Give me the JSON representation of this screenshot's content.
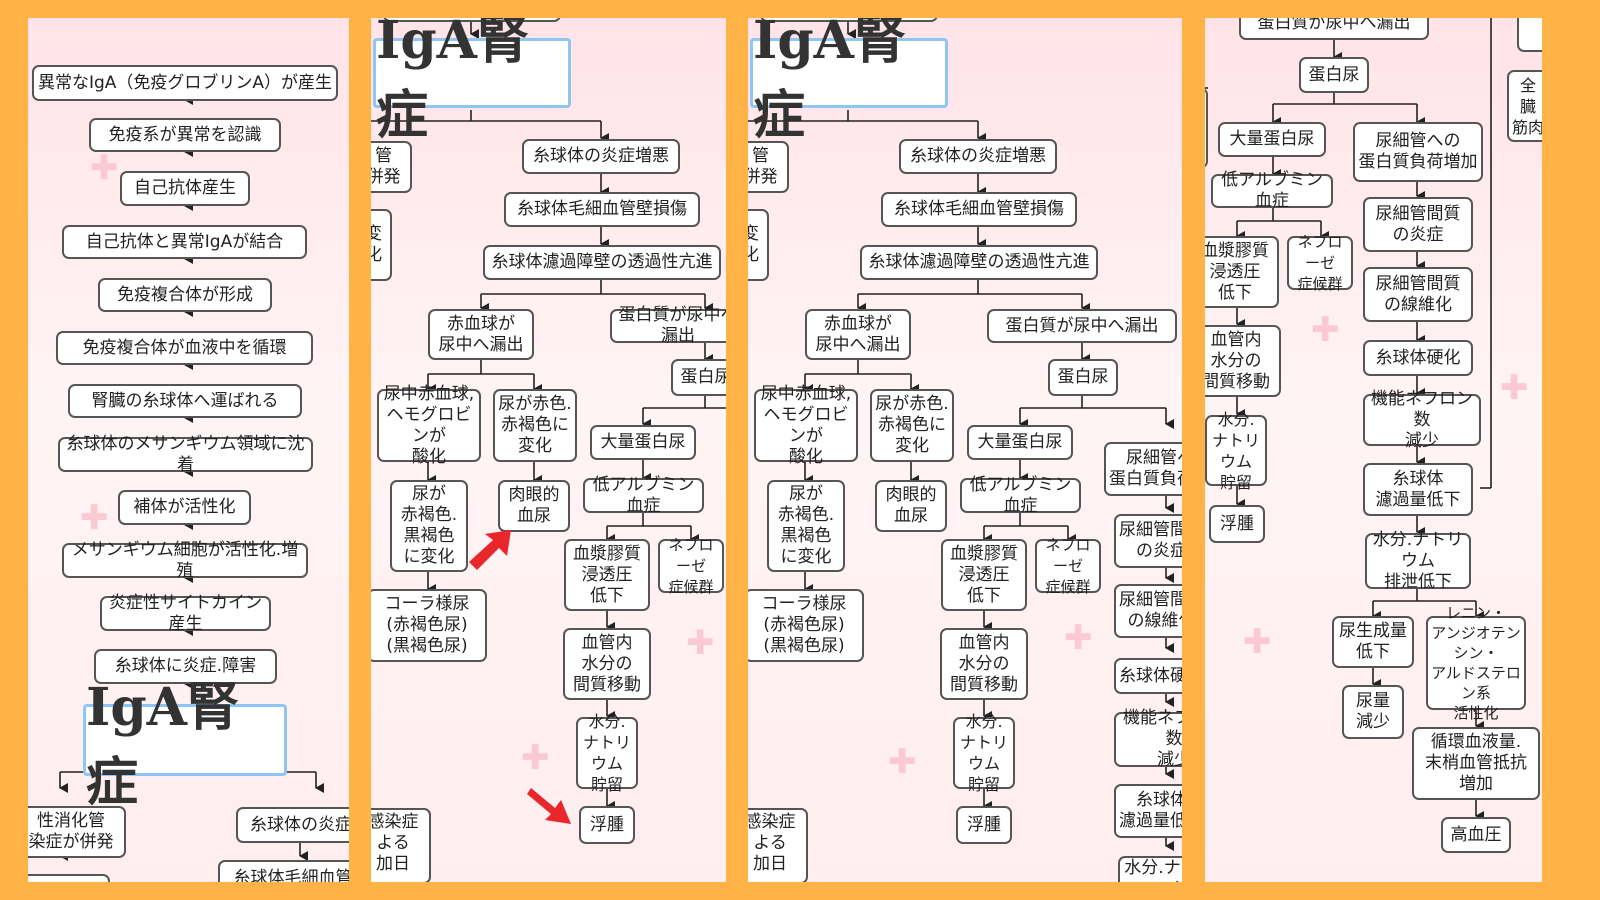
{
  "title": "IgA腎症",
  "panel1": {
    "chain": [
      "異常なIgA（免疫グロブリンA）が産生",
      "免疫系が異常を認識",
      "自己抗体産生",
      "自己抗体と異常IgAが結合",
      "免疫複合体が形成",
      "免疫複合体が血液中を循環",
      "腎臓の糸球体へ運ばれる",
      "糸球体のメサンギウム領域に沈着",
      "補体が活性化",
      "メサンギウム細胞が活性化.増殖",
      "炎症性サイトカイン産生",
      "糸球体に炎症.障害"
    ],
    "left_branch": "性消化管\n染症が併発",
    "right_branch": "糸球体の炎症",
    "next": "糸球体毛細血管"
  },
  "panel2": {
    "left_partial": "管\n併発",
    "left_partial2": "変\n化",
    "bottom_partial": "感染症\nよる\n加日",
    "inflammation": "糸球体の炎症増悪",
    "capillary": "糸球体毛細血管壁損傷",
    "permeability": "糸球体濾過障壁の透過性亢進",
    "rbc_leak": "赤血球が\n尿中へ漏出",
    "protein_leak": "蛋白質が尿中へ漏出",
    "urine_rbc": "尿中赤血球,\nヘモグロビンが\n酸化",
    "red_urine": "尿が赤色.\n赤褐色に\n変化",
    "brown_urine": "尿が\n赤褐色.\n黒褐色\nに変化",
    "gross_hematuria": "肉眼的\n血尿",
    "cola_urine": "コーラ様尿\n(赤褐色尿)\n(黒褐色尿)",
    "proteinuria": "蛋白尿",
    "massive_proteinuria": "大量蛋白尿",
    "hypoalbuminemia": "低アルブミン血症",
    "colloid_pressure": "血漿膠質\n浸透圧\n低下",
    "nephrotic": "ネフローゼ\n症候群",
    "water_shift": "血管内\n水分の\n間質移動",
    "water_retention": "水分.\nナトリウム\n貯留",
    "edema": "浮腫"
  },
  "panel3": {
    "tubular_load": "尿細管への\n蛋白質負荷増加",
    "tubular_inflammation": "尿細管間質\nの炎症",
    "tubular_fibrosis": "尿細管間質\nの線維化",
    "sclerosis": "糸球体硬化",
    "nephron_loss": "機能ネフロン数\n減少",
    "gfr_drop": "糸球体\n濾過量低下",
    "excretion_drop": "水分.ナトリウム\n排泄低下"
  },
  "panel4": {
    "protein_leak": "蛋白質が尿中へ漏出",
    "urine_production_drop": "尿生成量\n低下",
    "oliguria": "尿量\n減少",
    "raas": "レニン・\nアンジオテンシン・\nアルドステロン系\n活性化",
    "blood_volume": "循環血液量.\n末梢血管抵抗\n増加",
    "hypertension": "高血圧",
    "side_partial": "全\n臓\n筋肉"
  }
}
